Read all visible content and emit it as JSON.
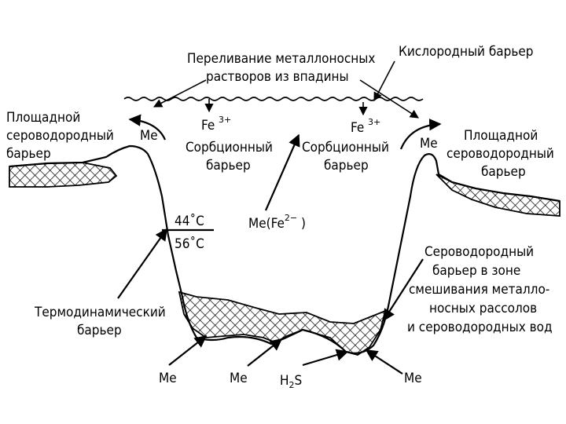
{
  "labels": {
    "overflow_1": "Переливание металлоносных",
    "overflow_2": "растворов из впадины",
    "oxygen_barrier": "Кислородный барьер",
    "left_area_1": "Площадной",
    "left_area_2": "сероводородный",
    "left_area_3": "барьер",
    "right_area_1": "Площадной",
    "right_area_2": "сероводородный",
    "right_area_3": "барьер",
    "me_left": "Me",
    "me_right": "Me",
    "fe_left": "Fe",
    "fe_right": "Fe",
    "fe_charge": "3+",
    "sorption_left_1": "Сорбционный",
    "sorption_left_2": "барьер",
    "sorption_right_1": "Сорбционный",
    "sorption_right_2": "барьер",
    "temp_top": "44˚C",
    "temp_bottom": "56˚C",
    "me_fe_base": "Me(Fe",
    "me_fe_charge": "2−",
    "me_fe_close": " )",
    "thermo_1": "Термодинамический",
    "thermo_2": "барьер",
    "h2s_mix_1": "Сероводородный",
    "h2s_mix_2": "барьер в зоне",
    "h2s_mix_3": "смешивания металло-",
    "h2s_mix_4": "носных рассолов",
    "h2s_mix_5": "и сероводородных вод",
    "bottom_me_1": "Me",
    "bottom_me_2": "Me",
    "h2s_h": "H",
    "h2s_2": "2",
    "h2s_s": "S",
    "bottom_me_3": "Me"
  }
}
